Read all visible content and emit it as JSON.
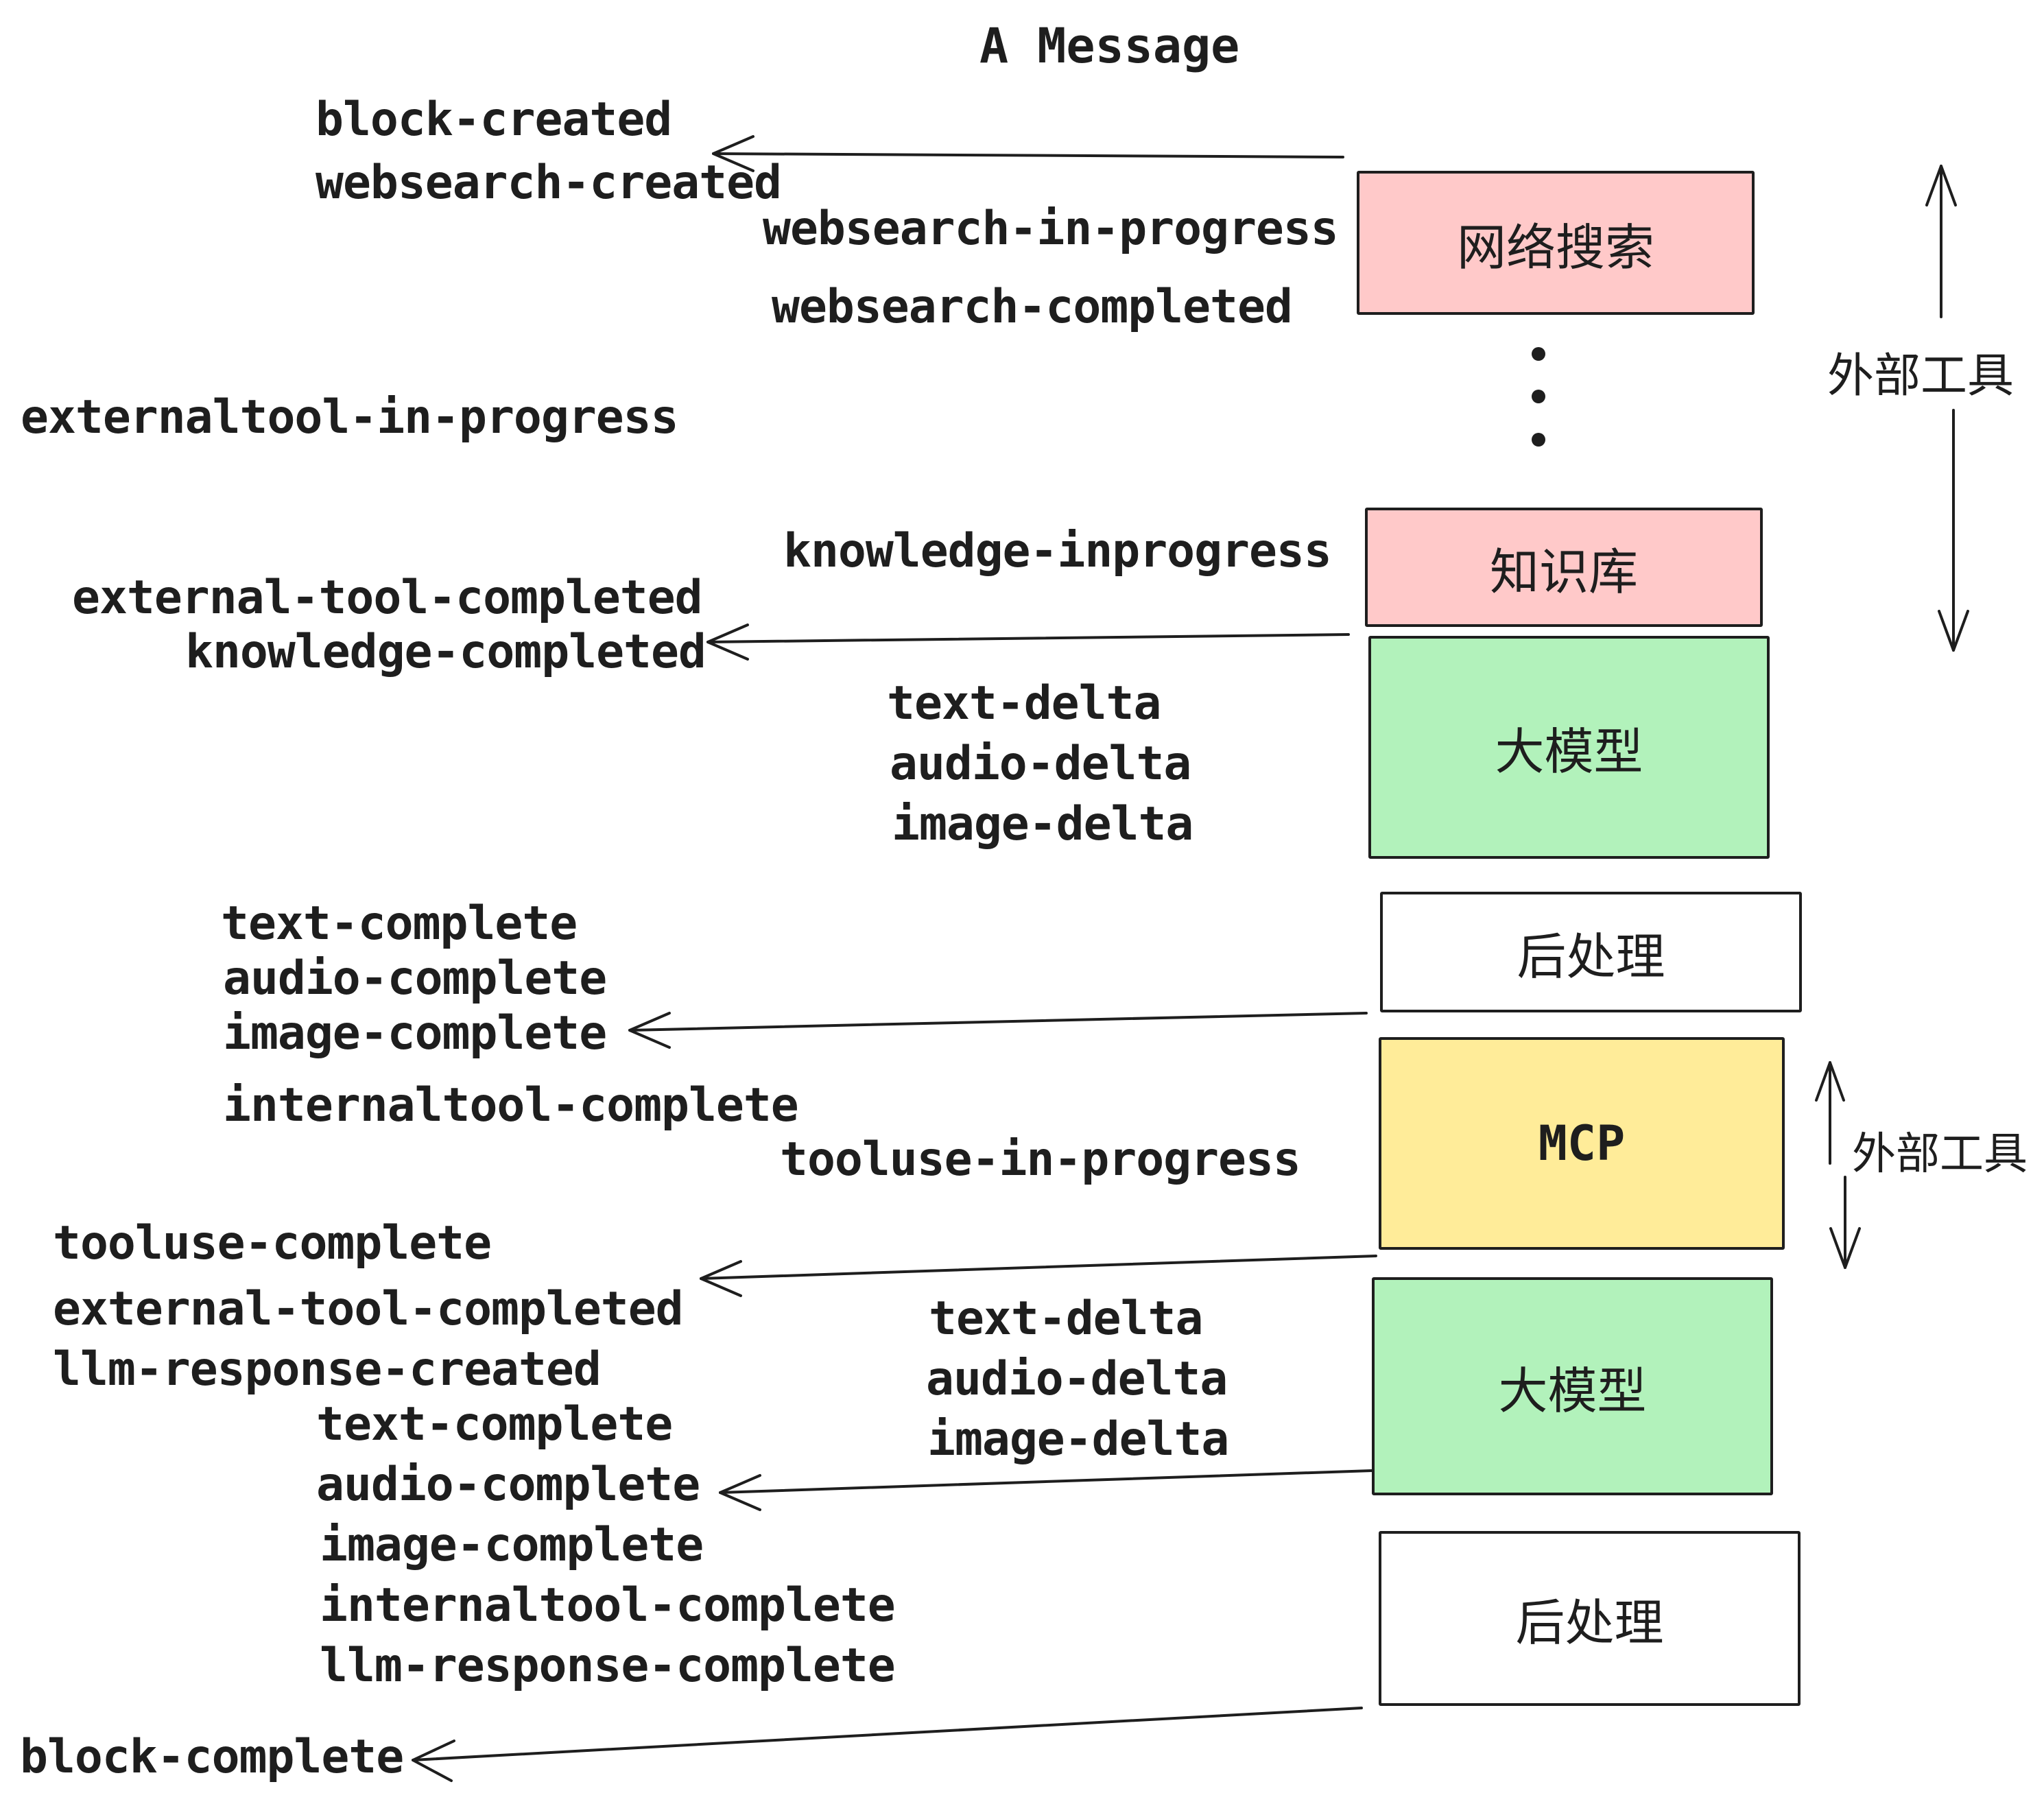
{
  "title": "A Message",
  "colors": {
    "ink": "#1e1e1e",
    "background": "#ffffff",
    "pink": "#ffc9c9",
    "green": "#b2f2bb",
    "yellow": "#ffec99",
    "white_box": "#ffffff"
  },
  "boxes": [
    {
      "id": "websearch",
      "label": "网络搜索",
      "color": "#ffc9c9"
    },
    {
      "id": "knowledge",
      "label": "知识库",
      "color": "#ffc9c9"
    },
    {
      "id": "llm-1",
      "label": "大模型",
      "color": "#b2f2bb"
    },
    {
      "id": "postprocess-1",
      "label": "后处理",
      "color": "#ffffff"
    },
    {
      "id": "mcp",
      "label": "MCP",
      "color": "#ffec99"
    },
    {
      "id": "llm-2",
      "label": "大模型",
      "color": "#b2f2bb"
    },
    {
      "id": "postprocess-2",
      "label": "后处理",
      "color": "#ffffff"
    }
  ],
  "events": [
    {
      "id": "block-created",
      "text": "block-created"
    },
    {
      "id": "websearch-created",
      "text": "websearch-created"
    },
    {
      "id": "websearch-in-progress",
      "text": "websearch-in-progress"
    },
    {
      "id": "websearch-completed",
      "text": "websearch-completed"
    },
    {
      "id": "externaltool-in-progress",
      "text": "externaltool-in-progress"
    },
    {
      "id": "knowledge-inprogress",
      "text": "knowledge-inprogress"
    },
    {
      "id": "external-tool-completed-1",
      "text": "external-tool-completed"
    },
    {
      "id": "knowledge-completed",
      "text": "knowledge-completed"
    },
    {
      "id": "text-delta-1",
      "text": "text-delta"
    },
    {
      "id": "audio-delta-1",
      "text": "audio-delta"
    },
    {
      "id": "image-delta-1",
      "text": "image-delta"
    },
    {
      "id": "text-complete-1",
      "text": "text-complete"
    },
    {
      "id": "audio-complete-1",
      "text": "audio-complete"
    },
    {
      "id": "image-complete-1",
      "text": "image-complete"
    },
    {
      "id": "internaltool-complete-1",
      "text": "internaltool-complete"
    },
    {
      "id": "tooluse-in-progress",
      "text": "tooluse-in-progress"
    },
    {
      "id": "tooluse-complete",
      "text": "tooluse-complete"
    },
    {
      "id": "external-tool-completed-2",
      "text": "external-tool-completed"
    },
    {
      "id": "llm-response-created",
      "text": "llm-response-created"
    },
    {
      "id": "text-delta-2",
      "text": "text-delta"
    },
    {
      "id": "audio-delta-2",
      "text": "audio-delta"
    },
    {
      "id": "image-delta-2",
      "text": "image-delta"
    },
    {
      "id": "text-complete-2",
      "text": "text-complete"
    },
    {
      "id": "audio-complete-2",
      "text": "audio-complete"
    },
    {
      "id": "image-complete-2",
      "text": "image-complete"
    },
    {
      "id": "internaltool-complete-2",
      "text": "internaltool-complete"
    },
    {
      "id": "llm-response-complete",
      "text": "llm-response-complete"
    },
    {
      "id": "block-complete",
      "text": "block-complete"
    }
  ],
  "side_labels": [
    {
      "id": "external-tools-1",
      "text": "外部工具"
    },
    {
      "id": "external-tools-2",
      "text": "外部工具"
    }
  ]
}
